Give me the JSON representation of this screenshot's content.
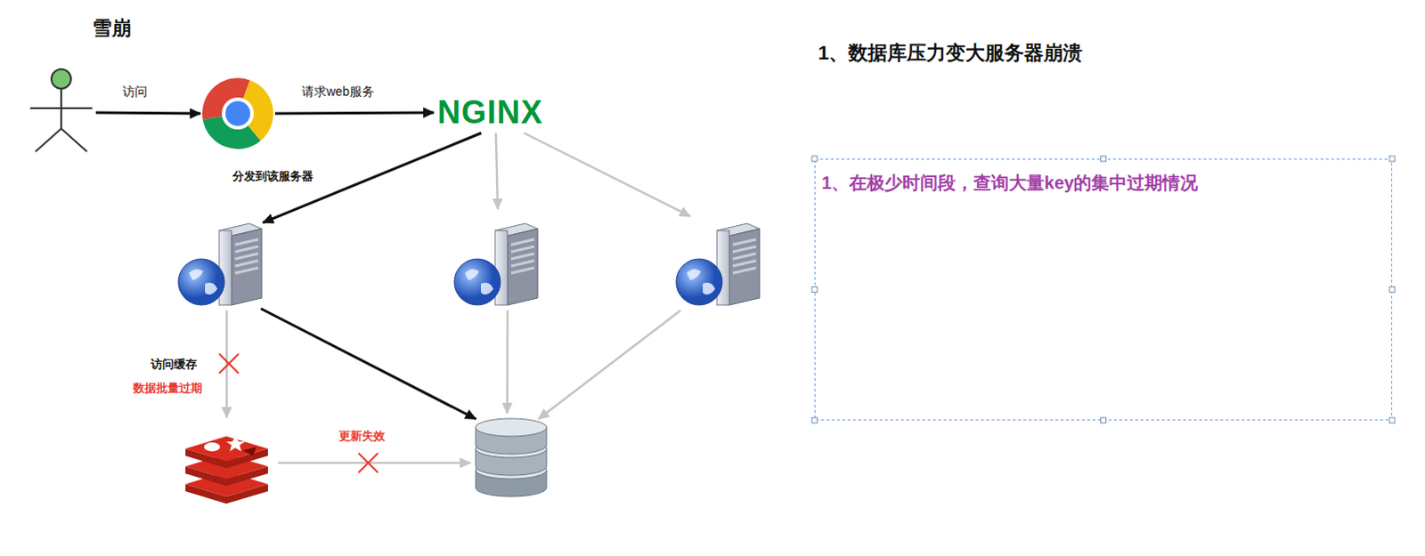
{
  "diagram": {
    "title": "雪崩",
    "nodes": [
      {
        "text": []
      },
      {
        "text": []
      },
      {
        "text": [
          "NGINX"
        ]
      },
      {
        "text": []
      },
      {
        "text": []
      },
      {
        "text": []
      },
      {
        "text": []
      },
      {
        "text": []
      },
      {
        "text": [
          "1、在极少时间段，查询大量key的集中过期情况"
        ]
      }
    ],
    "edges": [
      {
        "from": 0,
        "to": 1,
        "arrow": "to",
        "label": "访问"
      },
      {
        "from": 1,
        "to": 2,
        "arrow": "to",
        "label": "请求web服务"
      },
      {
        "from": 2,
        "to": 3,
        "arrow": "to",
        "label": "分发到该服务器"
      },
      {
        "from": 2,
        "to": 4,
        "arrow": "to"
      },
      {
        "from": 2,
        "to": 5,
        "arrow": "to"
      },
      {
        "from": 3,
        "to": 6,
        "arrow": "to",
        "label": "访问缓存"
      },
      {
        "from": 3,
        "to": 7,
        "arrow": "to"
      },
      {
        "from": 4,
        "to": 7,
        "arrow": "to"
      },
      {
        "from": 5,
        "to": 7,
        "arrow": "to"
      },
      {
        "from": 6,
        "to": 7,
        "arrow": "to",
        "label": "更新失效"
      }
    ],
    "labels": [
      "1、数据库压力变大服务器崩溃",
      "数据批量过期"
    ]
  }
}
